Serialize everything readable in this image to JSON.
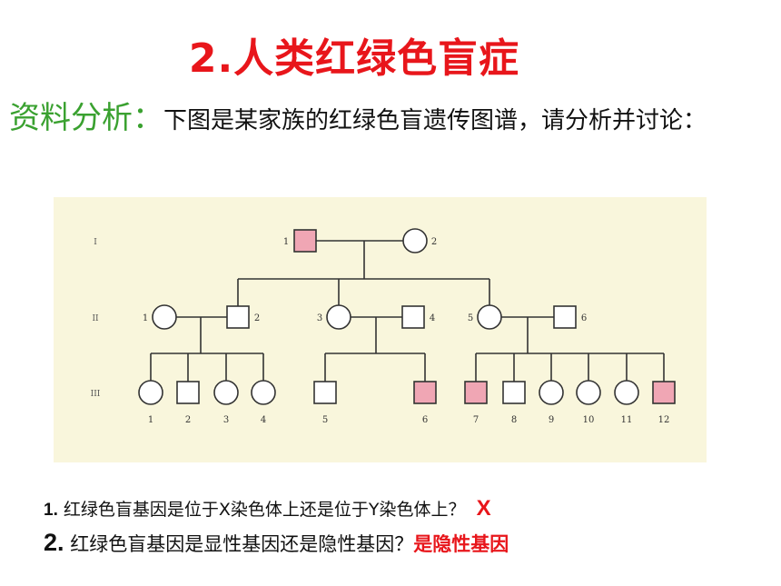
{
  "title": "2.人类红绿色盲症",
  "intro": {
    "label": "资料分析：",
    "text": "下图是某家族的红绿色盲遗传图谱，请分析并讨论："
  },
  "pedigree": {
    "generation_labels": [
      "I",
      "II",
      "III"
    ],
    "colors": {
      "affected": "#f0a6b4",
      "normal": "#ffffff",
      "line": "#333333",
      "background": "#f9f6dc"
    },
    "members": [
      {
        "id": "I-1",
        "generation": "I",
        "label": "1",
        "sex": "male",
        "affected": true
      },
      {
        "id": "I-2",
        "generation": "I",
        "label": "2",
        "sex": "female",
        "affected": false
      },
      {
        "id": "II-1",
        "generation": "II",
        "label": "1",
        "sex": "female",
        "affected": false
      },
      {
        "id": "II-2",
        "generation": "II",
        "label": "2",
        "sex": "male",
        "affected": false
      },
      {
        "id": "II-3",
        "generation": "II",
        "label": "3",
        "sex": "female",
        "affected": false
      },
      {
        "id": "II-4",
        "generation": "II",
        "label": "4",
        "sex": "male",
        "affected": false
      },
      {
        "id": "II-5",
        "generation": "II",
        "label": "5",
        "sex": "female",
        "affected": false
      },
      {
        "id": "II-6",
        "generation": "II",
        "label": "6",
        "sex": "male",
        "affected": false
      },
      {
        "id": "III-1",
        "generation": "III",
        "label": "1",
        "sex": "female",
        "affected": false
      },
      {
        "id": "III-2",
        "generation": "III",
        "label": "2",
        "sex": "male",
        "affected": false
      },
      {
        "id": "III-3",
        "generation": "III",
        "label": "3",
        "sex": "female",
        "affected": false
      },
      {
        "id": "III-4",
        "generation": "III",
        "label": "4",
        "sex": "female",
        "affected": false
      },
      {
        "id": "III-5",
        "generation": "III",
        "label": "5",
        "sex": "male",
        "affected": false
      },
      {
        "id": "III-6",
        "generation": "III",
        "label": "6",
        "sex": "male",
        "affected": true
      },
      {
        "id": "III-7",
        "generation": "III",
        "label": "7",
        "sex": "male",
        "affected": true
      },
      {
        "id": "III-8",
        "generation": "III",
        "label": "8",
        "sex": "male",
        "affected": false
      },
      {
        "id": "III-9",
        "generation": "III",
        "label": "9",
        "sex": "female",
        "affected": false
      },
      {
        "id": "III-10",
        "generation": "III",
        "label": "10",
        "sex": "female",
        "affected": false
      },
      {
        "id": "III-11",
        "generation": "III",
        "label": "11",
        "sex": "female",
        "affected": false
      },
      {
        "id": "III-12",
        "generation": "III",
        "label": "12",
        "sex": "male",
        "affected": true
      }
    ]
  },
  "questions": [
    {
      "number": "1.",
      "text": "红绿色盲基因是位于X染色体上还是位于Y染色体上？",
      "answer": "X"
    },
    {
      "number": "2.",
      "text": "红绿色盲基因是显性基因还是隐性基因？",
      "answer": "是隐性基因"
    }
  ]
}
